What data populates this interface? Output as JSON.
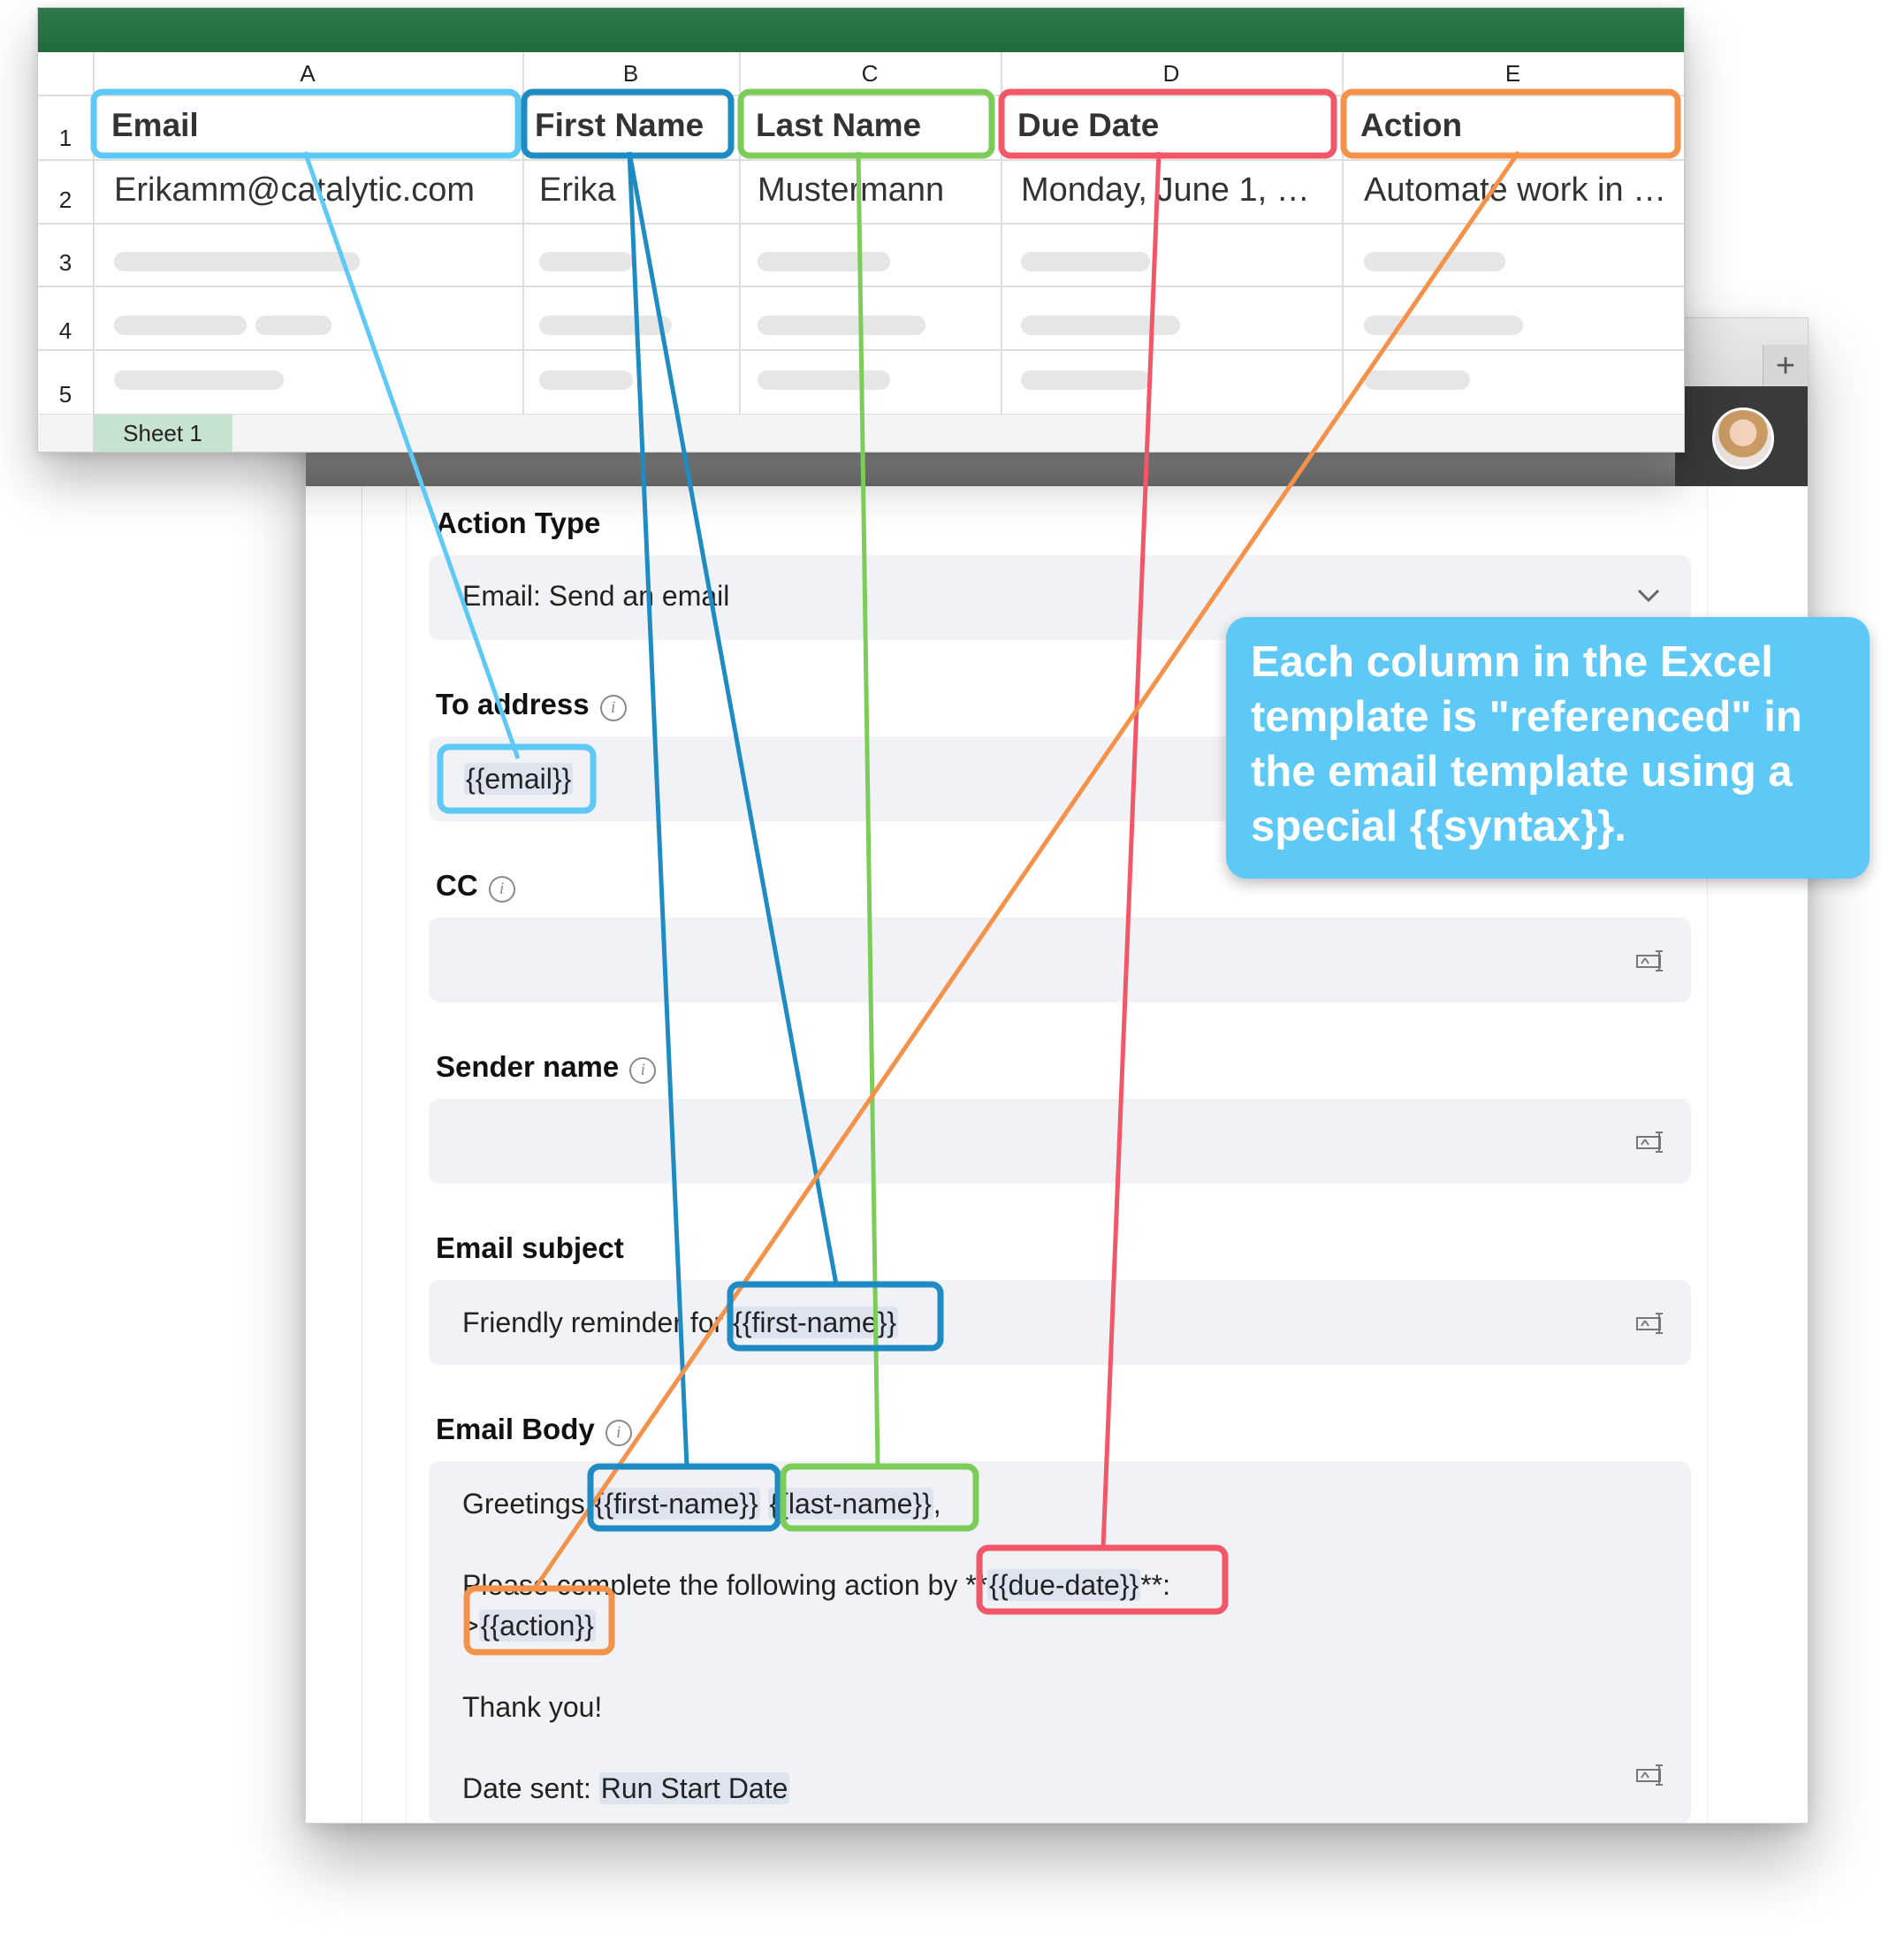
{
  "spreadsheet": {
    "columns": [
      "A",
      "B",
      "C",
      "D",
      "E"
    ],
    "rows": [
      "1",
      "2",
      "3",
      "4",
      "5"
    ],
    "headers": [
      "Email",
      "First Name",
      "Last Name",
      "Due Date",
      "Action"
    ],
    "row2": [
      "Erikamm@catalytic.com",
      "Erika",
      "Mustermann",
      "Monday, June 1, …",
      "Automate work in …"
    ],
    "sheet_tab": "Sheet 1"
  },
  "form": {
    "action_type": {
      "label": "Action Type",
      "value": "Email: Send an email"
    },
    "to_address": {
      "label": "To address",
      "value": "{{email}}"
    },
    "cc": {
      "label": "CC",
      "value": ""
    },
    "sender_name": {
      "label": "Sender name",
      "value": ""
    },
    "email_subject": {
      "label": "Email subject",
      "prefix": "Friendly reminder for ",
      "variable": "{{first-name}}"
    },
    "email_body": {
      "label": "Email Body",
      "greeting": "Greetings ",
      "first_name_var": "{{first-name}}",
      "last_name_var": "{{last-name}}",
      "greeting_suffix": ",",
      "action_line_prefix": "Please complete the following action by ",
      "bold_open": "**",
      "due_date_var": "{{due-date}}",
      "bold_close": "**:",
      "quote_marker": ">",
      "action_var": "{{action}}",
      "thanks": "Thank you!",
      "date_sent_prefix": "Date sent: ",
      "date_sent_var": "Run Start Date"
    },
    "add_tab_label": "+",
    "info_glyph": "i"
  },
  "callout": {
    "text": "Each column in the Excel template is \"referenced\" in the email template using a special {{syntax}}."
  },
  "colors": {
    "email": "#5ec8f6",
    "first_name": "#1e8bc3",
    "last_name": "#7ccc5a",
    "due_date": "#f25768",
    "action": "#f4924a",
    "excel_green": "#217346"
  },
  "icons": [
    "chevron-down-icon",
    "info-icon",
    "insert-variable-icon",
    "plus-icon",
    "avatar"
  ]
}
